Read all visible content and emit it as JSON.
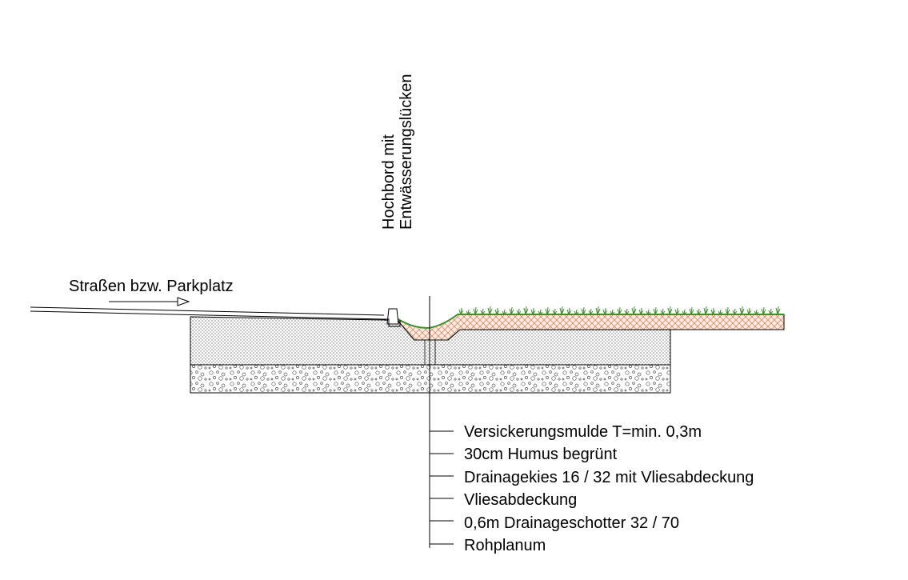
{
  "road_label": "Straßen bzw. Parkplatz",
  "curb_label": {
    "line1": "Hochbord mit",
    "line2": "Entwässerungslücken"
  },
  "layers": [
    {
      "label": "Versickerungsmulde T=min. 0,3m"
    },
    {
      "label": "30cm Humus begrünt"
    },
    {
      "label": "Drainagekies 16 / 32 mit Vliesabdeckung"
    },
    {
      "label": "Vliesabdeckung"
    },
    {
      "label": "0,6m Drainageschotter 32 / 70"
    },
    {
      "label": "Rohplanum"
    }
  ],
  "colors": {
    "line": "#000000",
    "grass": "#3d8f2e",
    "humus": "#c8683a",
    "gravel_fill": "#7a7a7a"
  }
}
